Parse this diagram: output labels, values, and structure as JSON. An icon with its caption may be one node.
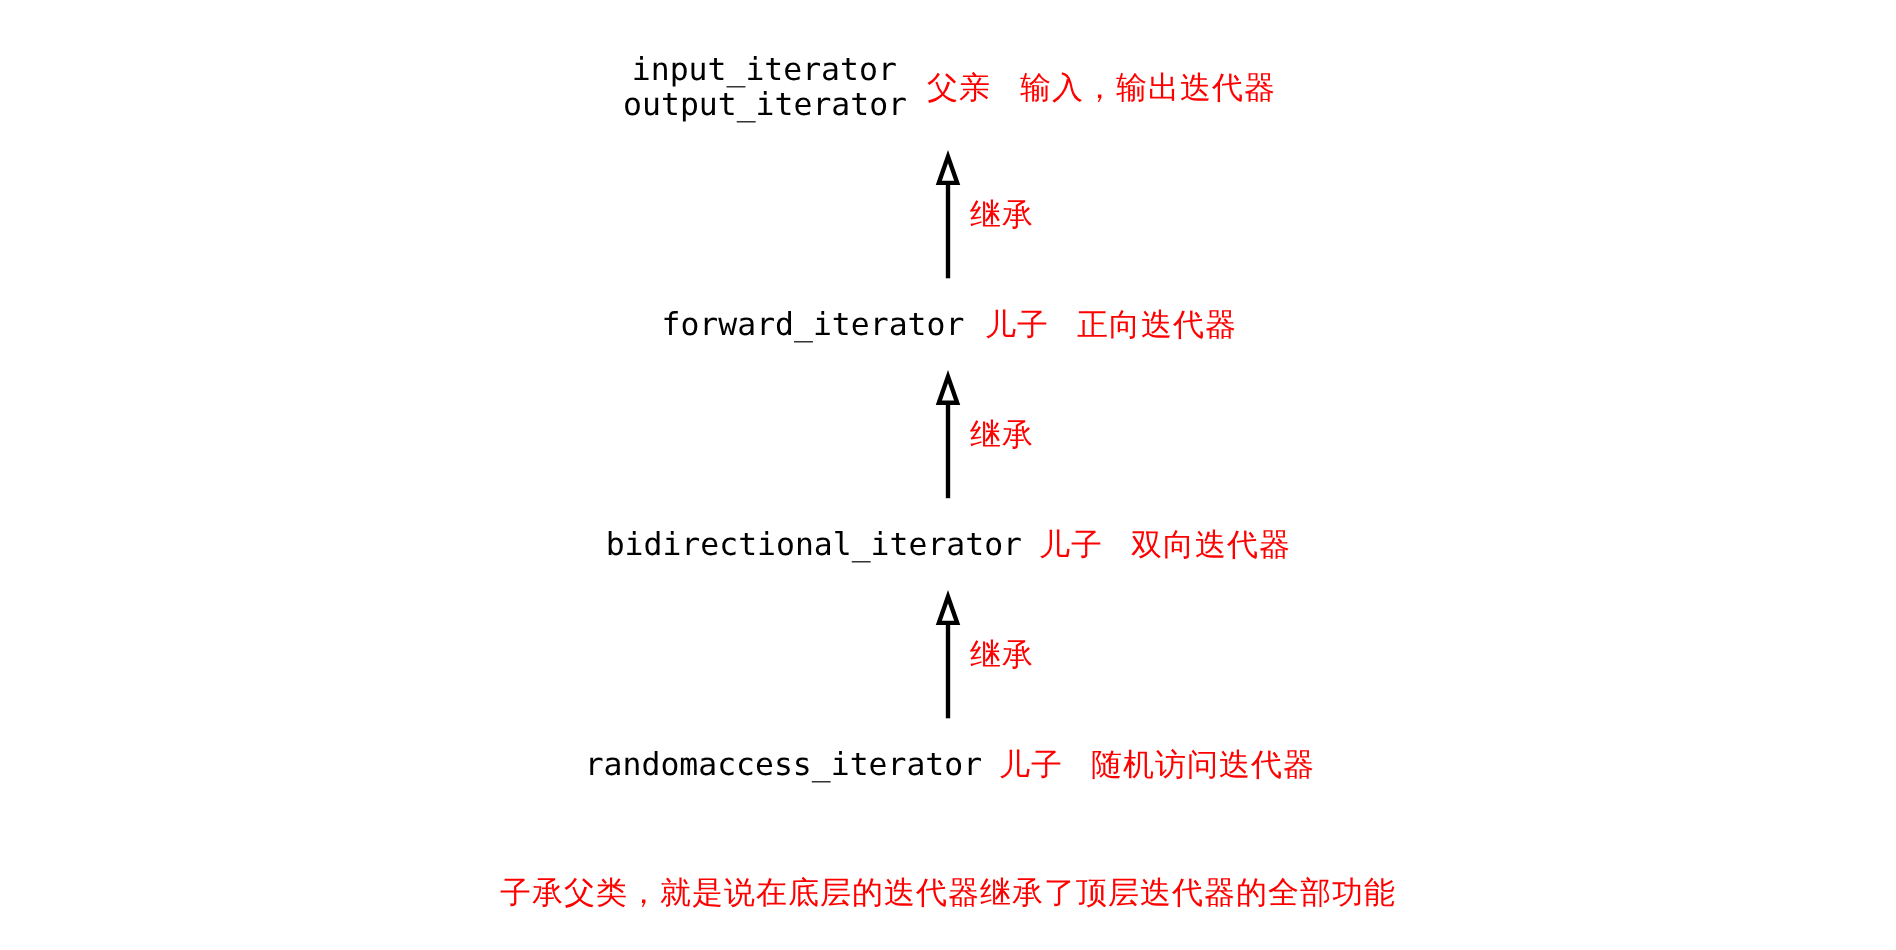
{
  "diagram": {
    "nodes": [
      {
        "text": [
          "input_iterator",
          "output_iterator"
        ],
        "beside": [
          "父亲",
          "输入，输出迭代器"
        ]
      },
      {
        "text": [
          "forward_iterator"
        ],
        "beside": [
          "儿子",
          "正向迭代器"
        ]
      },
      {
        "text": [
          "bidirectional_iterator"
        ],
        "beside": [
          "儿子",
          "双向迭代器"
        ]
      },
      {
        "text": [
          "randomaccess_iterator"
        ],
        "beside": [
          "儿子",
          "随机访问迭代器"
        ]
      }
    ],
    "edges": [
      {
        "from": 1,
        "to": 0,
        "arrow": "to",
        "label": "继承"
      },
      {
        "from": 2,
        "to": 1,
        "arrow": "to",
        "label": "继承"
      },
      {
        "from": 3,
        "to": 2,
        "arrow": "to",
        "label": "继承"
      }
    ],
    "labels": [
      "子承父类，就是说在底层的迭代器继承了顶层迭代器的全部功能"
    ]
  }
}
